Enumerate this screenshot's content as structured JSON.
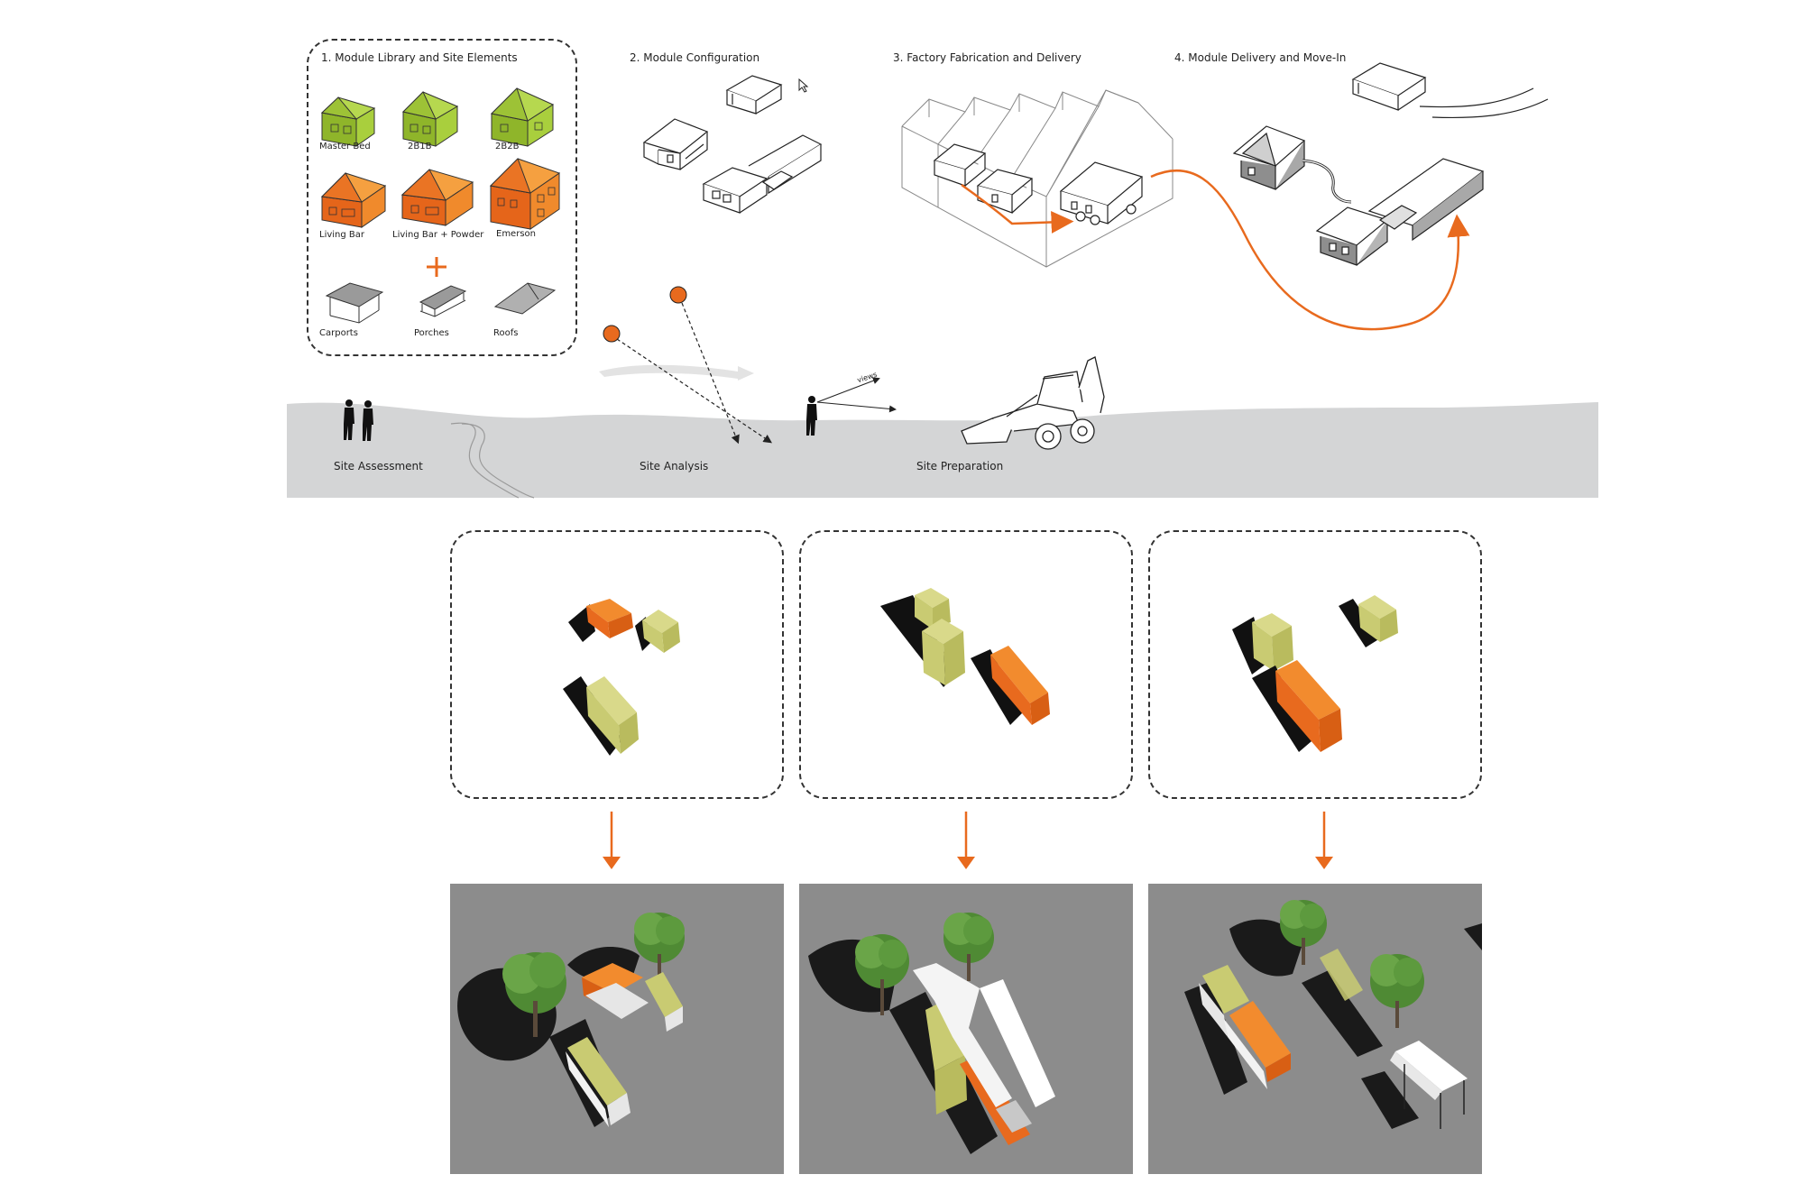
{
  "steps": {
    "step1": "1. Module Library and Site Elements",
    "step2": "2. Module Configuration",
    "step3": "3. Factory Fabrication and Delivery",
    "step4": "4. Module Delivery and Move-In"
  },
  "library": {
    "modules": {
      "master_bed": "Master Bed",
      "b2b1": "2B1B",
      "b2b2": "2B2B",
      "living_bar": "Living Bar",
      "living_bar_powder": "Living Bar + Powder",
      "emerson": "Emerson"
    },
    "plus": "+",
    "elements": {
      "carports": "Carports",
      "porches": "Porches",
      "roofs": "Roofs"
    }
  },
  "site": {
    "assessment": "Site Assessment",
    "analysis": "Site Analysis",
    "views": "views",
    "preparation": "Site Preparation"
  },
  "colors": {
    "orange": "#e86a1e",
    "green": "#98c032",
    "olive": "#c3c66a",
    "ground": "#d4d5d6",
    "photo_gray": "#8c8c8c",
    "tree": "#5f9a3c"
  }
}
